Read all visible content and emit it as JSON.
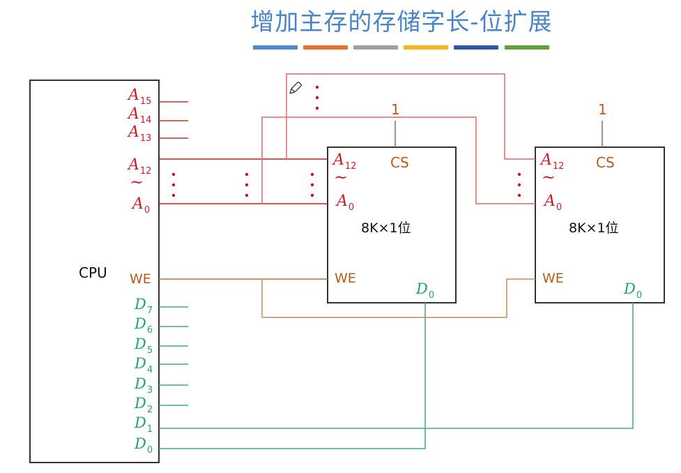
{
  "title": "增加主存的存储字长-位扩展",
  "colors": {
    "title": "#4a86c5",
    "address": "#d01c24",
    "control": "#b65a1e",
    "data": "#1fa56b",
    "box": "#333333"
  },
  "title_bar_colors": [
    "#4a8ccf",
    "#e8722c",
    "#a0a0a0",
    "#f7b718",
    "#2f56a8",
    "#5fa23c"
  ],
  "cpu": {
    "label": "CPU",
    "address_pins": [
      {
        "name": "A",
        "sub": "15"
      },
      {
        "name": "A",
        "sub": "14"
      },
      {
        "name": "A",
        "sub": "13"
      },
      {
        "name": "A",
        "sub": "12"
      },
      {
        "name": "A",
        "sub": "0"
      }
    ],
    "range_symbol": "~",
    "we_label": "WE",
    "data_pins": [
      {
        "name": "D",
        "sub": "7"
      },
      {
        "name": "D",
        "sub": "6"
      },
      {
        "name": "D",
        "sub": "5"
      },
      {
        "name": "D",
        "sub": "4"
      },
      {
        "name": "D",
        "sub": "3"
      },
      {
        "name": "D",
        "sub": "2"
      },
      {
        "name": "D",
        "sub": "1"
      },
      {
        "name": "D",
        "sub": "0"
      }
    ]
  },
  "chips": [
    {
      "label": "8K×1位",
      "cs_label": "CS",
      "cs_value": "1",
      "addr_high": {
        "name": "A",
        "sub": "12"
      },
      "addr_low": {
        "name": "A",
        "sub": "0"
      },
      "range_symbol": "~",
      "we_label": "WE",
      "data_out": {
        "name": "D",
        "sub": "0"
      },
      "connected_cpu_data_pin": "D0"
    },
    {
      "label": "8K×1位",
      "cs_label": "CS",
      "cs_value": "1",
      "addr_high": {
        "name": "A",
        "sub": "12"
      },
      "addr_low": {
        "name": "A",
        "sub": "0"
      },
      "range_symbol": "~",
      "we_label": "WE",
      "data_out": {
        "name": "D",
        "sub": "0"
      },
      "connected_cpu_data_pin": "D1"
    }
  ],
  "ellipsis": "⋮",
  "pencil_icon": "pencil-icon"
}
